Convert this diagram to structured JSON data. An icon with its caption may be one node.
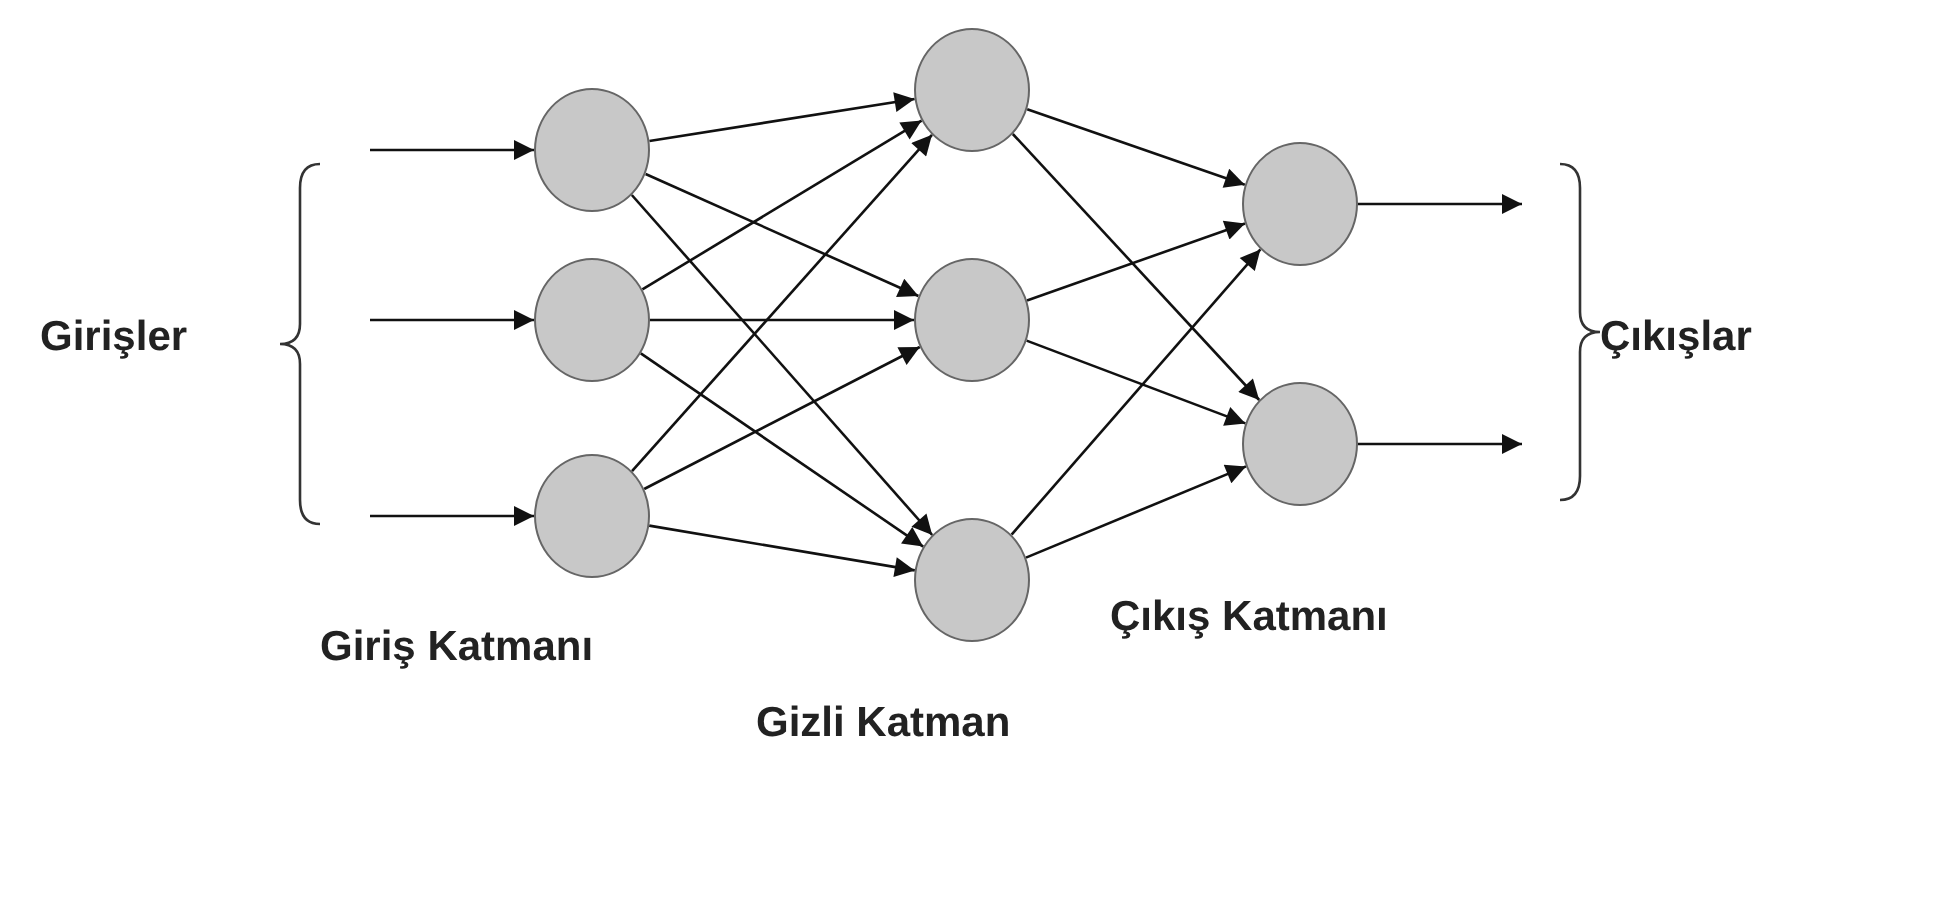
{
  "diagram": {
    "nodes": [
      {
        "text": [],
        "shape": "circle"
      },
      {
        "text": [],
        "shape": "circle"
      },
      {
        "text": [],
        "shape": "circle"
      },
      {
        "text": [],
        "shape": "circle"
      },
      {
        "text": [],
        "shape": "circle"
      },
      {
        "text": [],
        "shape": "circle"
      },
      {
        "text": [],
        "shape": "circle"
      },
      {
        "text": [],
        "shape": "circle"
      }
    ],
    "edges": [
      {
        "from": null,
        "to": 0,
        "arrow": "to"
      },
      {
        "from": null,
        "to": 1,
        "arrow": "to"
      },
      {
        "from": null,
        "to": 2,
        "arrow": "to"
      },
      {
        "from": 0,
        "to": 3,
        "arrow": "to"
      },
      {
        "from": 0,
        "to": 4,
        "arrow": "to"
      },
      {
        "from": 0,
        "to": 5,
        "arrow": "to"
      },
      {
        "from": 1,
        "to": 3,
        "arrow": "to"
      },
      {
        "from": 1,
        "to": 4,
        "arrow": "to"
      },
      {
        "from": 1,
        "to": 5,
        "arrow": "to"
      },
      {
        "from": 2,
        "to": 3,
        "arrow": "to"
      },
      {
        "from": 2,
        "to": 4,
        "arrow": "to"
      },
      {
        "from": 2,
        "to": 5,
        "arrow": "to"
      },
      {
        "from": 3,
        "to": 6,
        "arrow": "to"
      },
      {
        "from": 3,
        "to": 7,
        "arrow": "to"
      },
      {
        "from": 4,
        "to": 6,
        "arrow": "to"
      },
      {
        "from": 4,
        "to": 7,
        "arrow": "to"
      },
      {
        "from": 5,
        "to": 6,
        "arrow": "to"
      },
      {
        "from": 5,
        "to": 7,
        "arrow": "to"
      },
      {
        "from": 6,
        "to": null,
        "arrow": "to"
      },
      {
        "from": 7,
        "to": null,
        "arrow": "to"
      }
    ],
    "labels": [
      "Girişler",
      "Çıkışlar",
      "Giriş Katmanı",
      "Çıkış Katmanı",
      "Gizli Katman"
    ]
  }
}
